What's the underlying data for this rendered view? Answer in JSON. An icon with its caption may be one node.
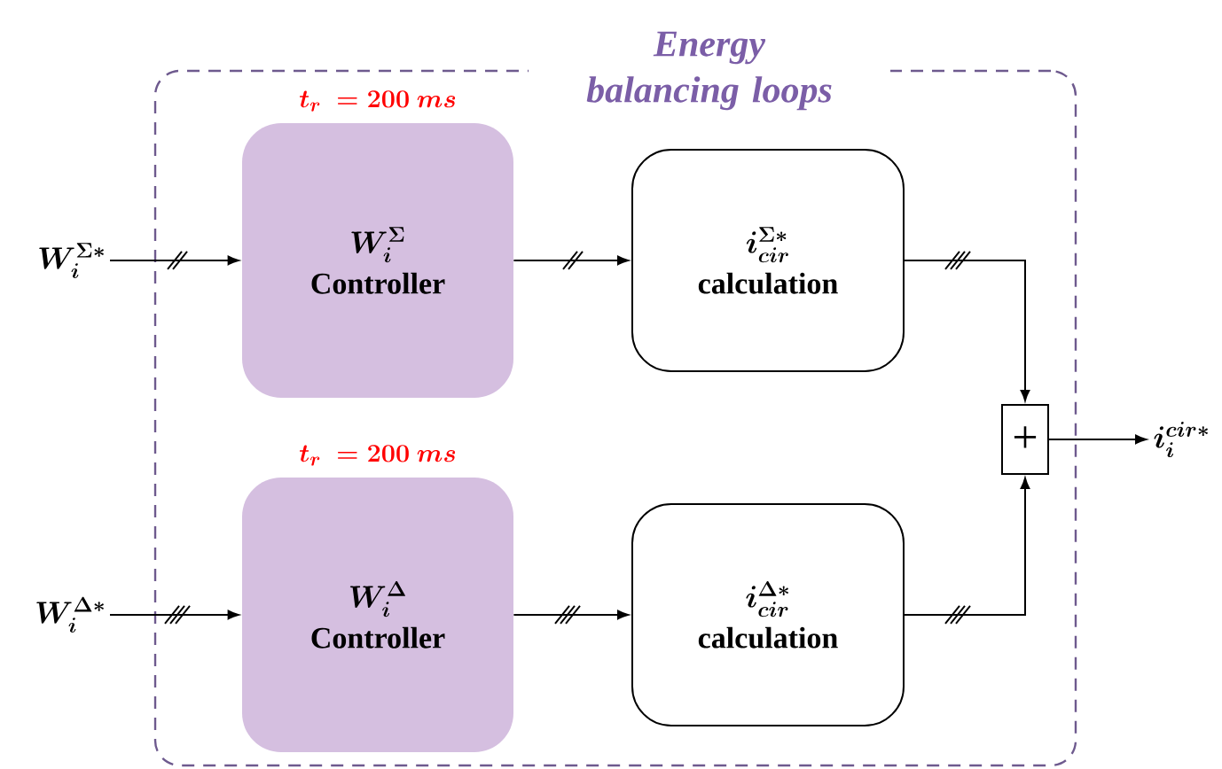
{
  "diagram": {
    "nodes": [
      {
        "text": [
          "Energy balancing loops"
        ]
      },
      {
        "text": [
          "W_i^{\\Sigma}",
          "Controller"
        ],
        "in": 0,
        "beside": [
          "t_r\\ = 200\\ ms"
        ]
      },
      {
        "text": [
          "i_{cir}^{\\Sigma *}",
          "calculation"
        ],
        "in": 0
      },
      {
        "text": [
          "W_i^{\\Delta}",
          "Controller"
        ],
        "in": 0,
        "beside": [
          "t_r\\ = 200\\ ms"
        ]
      },
      {
        "text": [
          "i_{cir}^{\\Delta *}",
          "calculation"
        ],
        "in": 0
      },
      {
        "text": [
          "+"
        ],
        "in": 0
      },
      {
        "text": [
          "W_i^{\\Sigma *}"
        ]
      },
      {
        "text": [
          "W_i^{\\Delta *}"
        ]
      },
      {
        "text": [
          "i_i^{cir *}"
        ]
      }
    ],
    "edges": [
      {
        "from": 6,
        "to": 1,
        "arrow": "to"
      },
      {
        "from": 1,
        "to": 2,
        "arrow": "to"
      },
      {
        "from": 2,
        "to": 5,
        "arrow": "to"
      },
      {
        "from": 7,
        "to": 3,
        "arrow": "to"
      },
      {
        "from": 3,
        "to": 4,
        "arrow": "to"
      },
      {
        "from": 4,
        "to": 5,
        "arrow": "to"
      },
      {
        "from": 5,
        "to": 8,
        "arrow": "to"
      }
    ]
  }
}
